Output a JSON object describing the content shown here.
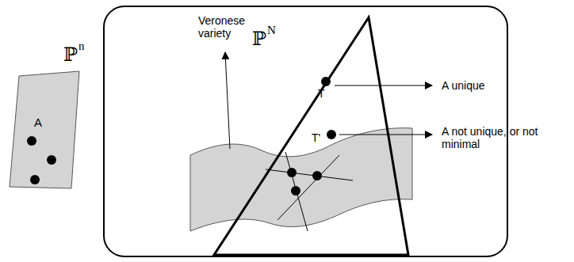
{
  "diagram": {
    "nodes": [
      {
        "text": [
          "A"
        ]
      }
    ],
    "labels": [
      "ℙ",
      "n",
      "Veronese variety",
      "ℙ",
      "N",
      "T",
      "T'",
      "A unique",
      "A not unique, or not minimal"
    ]
  }
}
